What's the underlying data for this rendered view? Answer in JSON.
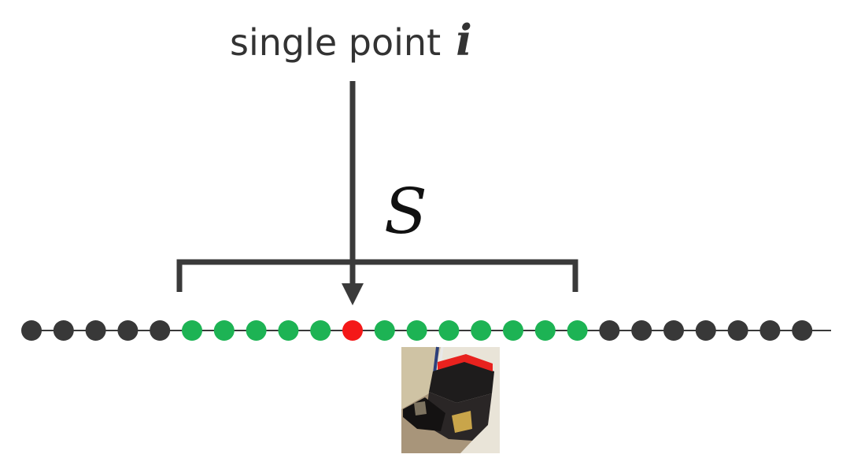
{
  "title": {
    "text": "single point",
    "variable": "i"
  },
  "window_label": "S",
  "colors": {
    "point_outside": "#383838",
    "point_window": "#1db354",
    "point_selected": "#f41818",
    "line": "#3a3a3a",
    "text": "#333333"
  },
  "points": {
    "count": 25,
    "selected_index": 10,
    "window_start": 5,
    "window_end": 17
  },
  "sensor": {
    "icon": "lidar-sensor-icon"
  }
}
